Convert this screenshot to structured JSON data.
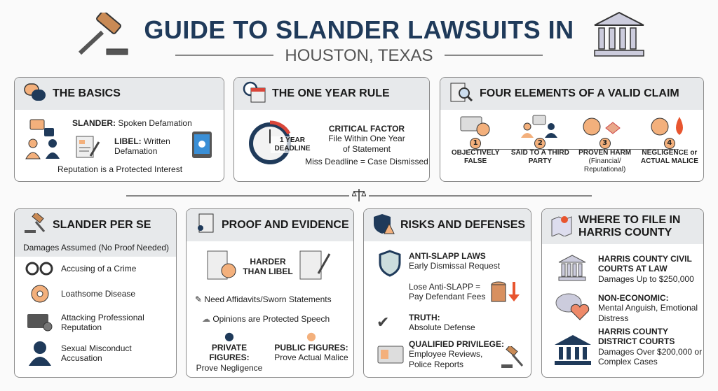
{
  "header": {
    "title": "GUIDE TO SLANDER LAWSUITS IN",
    "subtitle": "HOUSTON, TEXAS"
  },
  "colors": {
    "navy": "#1f3a5a",
    "orange": "#f3b07c",
    "red": "#d9463a",
    "header_bg": "#e7e9eb"
  },
  "basics": {
    "title": "THE BASICS",
    "slander_label": "SLANDER:",
    "slander_text": "Spoken Defamation",
    "libel_label": "LIBEL:",
    "libel_text": "Written Defamation",
    "footer": "Reputation is a Protected Interest"
  },
  "one_year": {
    "title": "THE ONE YEAR RULE",
    "clock_label": "1 YEAR DEADLINE",
    "factor": "CRITICAL FACTOR",
    "line1": "File Within One Year",
    "line2": "of Statement",
    "line3": "Miss Deadline = Case Dismissed"
  },
  "elements": {
    "title": "FOUR ELEMENTS OF A VALID CLAIM",
    "items": [
      {
        "num": "1",
        "label": "OBJECTIVELY FALSE",
        "note": ""
      },
      {
        "num": "2",
        "label": "SAID TO A THIRD PARTY",
        "note": ""
      },
      {
        "num": "3",
        "label": "PROVEN HARM",
        "note": "(Financial/ Reputational)"
      },
      {
        "num": "4",
        "label": "NEGLIGENCE or ACTUAL MALICE",
        "note": ""
      }
    ]
  },
  "per_se": {
    "title": "SLANDER PER SE",
    "subtitle": "Damages Assumed (No Proof Needed)",
    "items": [
      "Accusing of a Crime",
      "Loathsome Disease",
      "Attacking Professional Reputation",
      "Sexual Misconduct Accusation"
    ]
  },
  "proof": {
    "title": "PROOF AND EVIDENCE",
    "harder": "HARDER THAN LIBEL",
    "affidavits": "Need Affidavits/Sworn Statements",
    "opinions": "Opinions are Protected Speech",
    "private_label": "PRIVATE FIGURES:",
    "private_text": "Prove Negligence",
    "public_label": "PUBLIC FIGURES:",
    "public_text": "Prove Actual Malice"
  },
  "risks": {
    "title": "RISKS AND DEFENSES",
    "anti_label": "ANTI-SLAPP LAWS",
    "anti_text": "Early Dismissal Request",
    "lose1": "Lose Anti-SLAPP =",
    "lose2": "Pay Defendant Fees",
    "truth_label": "TRUTH:",
    "truth_text": "Absolute Defense",
    "qp_label": "QUALIFIED PRIVILEGE:",
    "qp_text1": "Employee Reviews,",
    "qp_text2": "Police Reports"
  },
  "where": {
    "title": "WHERE TO FILE IN HARRIS COUNTY",
    "civil_label": "HARRIS COUNTY CIVIL COURTS AT LAW",
    "civil_text": "Damages Up to $250,000",
    "noneco_label": "NON-ECONOMIC:",
    "noneco_text": "Mental Anguish, Emotional Distress",
    "district_label": "HARRIS COUNTY DISTRICT COURTS",
    "district_text": "Damages Over $200,000 or Complex Cases"
  }
}
